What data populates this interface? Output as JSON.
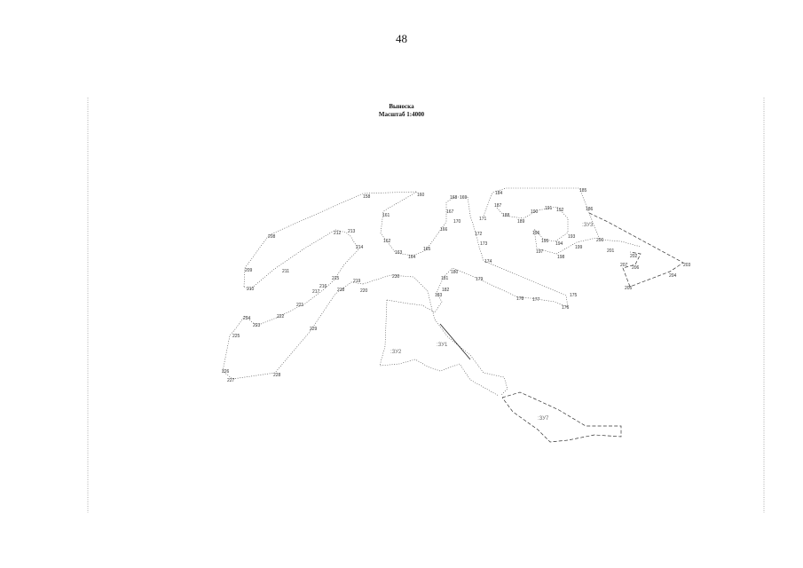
{
  "page_number": "48",
  "title": "Выноска",
  "scale": "Масштаб 1:4000",
  "parcel_labels": [
    ":ЗУ1",
    ":ЗУ2",
    ":ЗУ3",
    ":ЗУ7"
  ],
  "point_labels": [
    "158",
    "160",
    "161",
    "162",
    "163",
    "164",
    "165",
    "166",
    "167",
    "168",
    "169",
    "170",
    "171",
    "172",
    "173",
    "174",
    "175",
    "176",
    "177",
    "178",
    "179",
    "180",
    "181",
    "182",
    "183",
    "184",
    "185",
    "186",
    "187",
    "188",
    "189",
    "190",
    "191",
    "192",
    "193",
    "194",
    "195",
    "196",
    "197",
    "198",
    "199",
    "200",
    "201",
    "202",
    "203",
    "204",
    "205",
    "206",
    "207",
    "208",
    "209",
    "210",
    "211",
    "212",
    "213",
    "214",
    "215",
    "216",
    "217",
    "218",
    "219",
    "220",
    "221",
    "222",
    "223",
    "224",
    "225",
    "226",
    "227",
    "228",
    "229",
    "230"
  ]
}
